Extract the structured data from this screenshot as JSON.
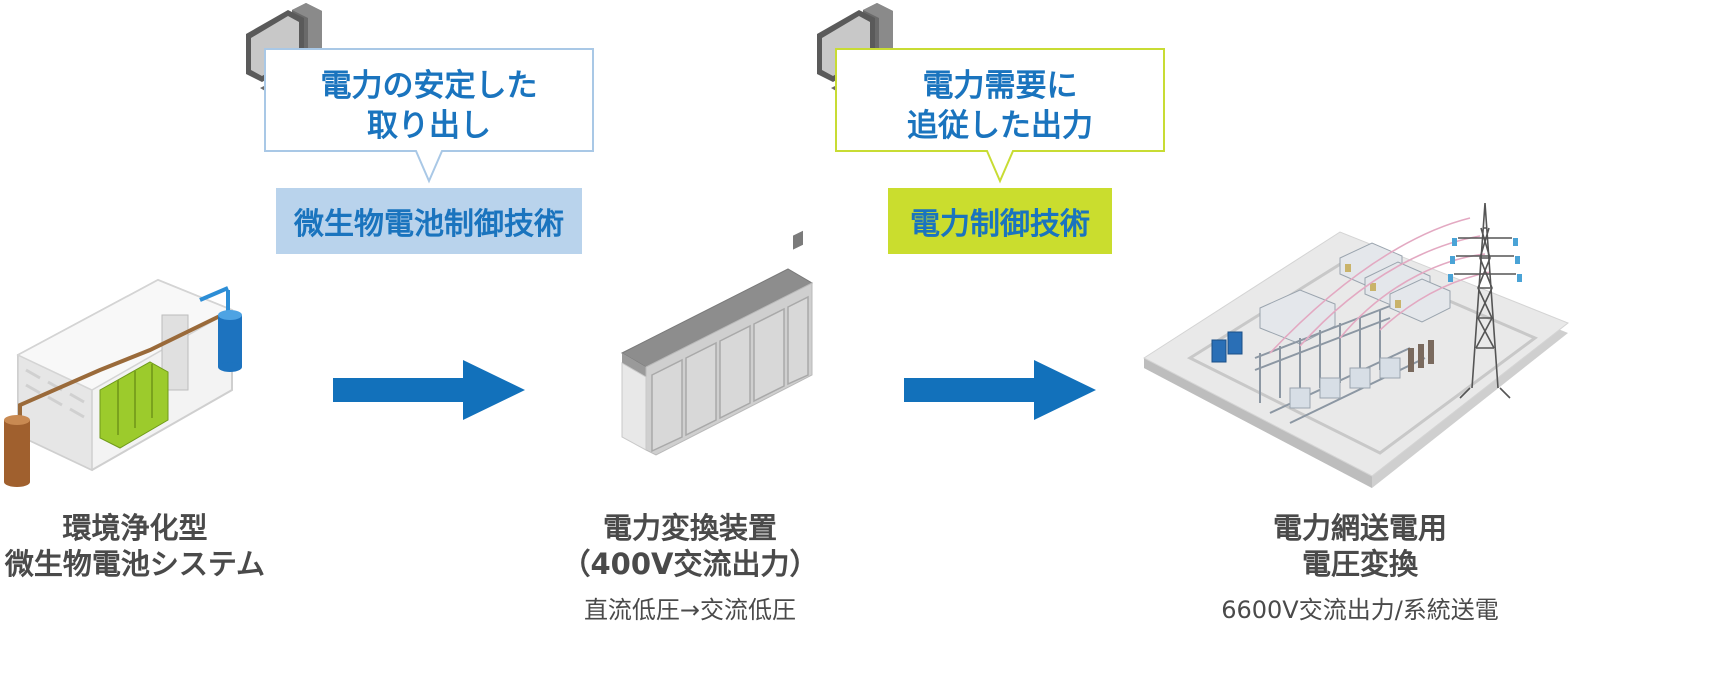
{
  "stages": [
    {
      "caption_line1": "環境浄化型",
      "caption_line2": "微生物電池システム"
    },
    {
      "caption_line1": "電力変換装置",
      "caption_line2": "（400V交流出力）",
      "subcaption": "直流低圧→交流低圧"
    },
    {
      "caption_line1": "電力網送電用",
      "caption_line2": "電圧変換",
      "subcaption": "6600V交流出力/系統送電"
    }
  ],
  "controls": [
    {
      "bubble_line1": "電力の安定した",
      "bubble_line2": "取り出し",
      "tech_label": "微生物電池制御技術",
      "tech_bg": "#b9d3ec",
      "bubble_border": "#a9c8e6",
      "icon": "computer-icon"
    },
    {
      "bubble_line1": "電力需要に",
      "bubble_line2": "追従した出力",
      "tech_label": "電力制御技術",
      "tech_bg": "#cadd2e",
      "bubble_border": "#c8dc34",
      "icon": "computer-icon"
    }
  ],
  "colors": {
    "arrow": "#1271bb",
    "text_blue": "#1a74be",
    "caption_gray": "#4a4a4a"
  }
}
